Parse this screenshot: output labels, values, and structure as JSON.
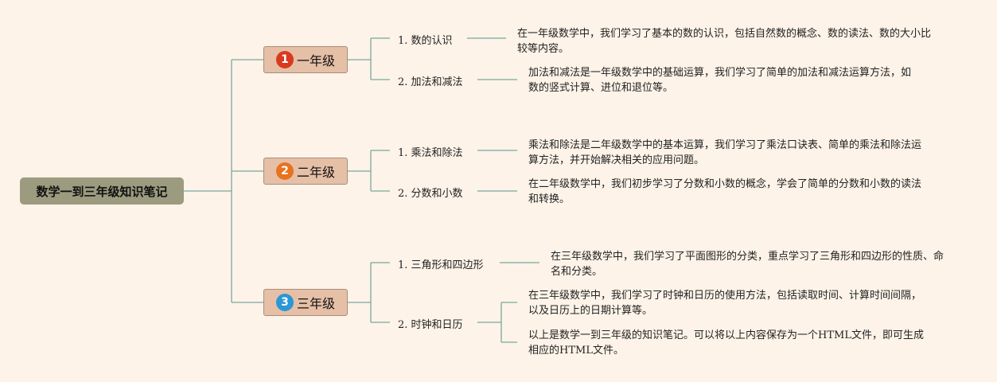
{
  "title": "数学一到三年级知识笔记",
  "colors": {
    "background": "#fdf3e8",
    "root": "#9c9b7f",
    "grade_box": "#e6bfa7",
    "connector": "#7aa99a",
    "badge_red": "#d93a1e",
    "badge_orange": "#e8731f",
    "badge_blue": "#2a97d6"
  },
  "grades": [
    {
      "badge": "1",
      "label": "一年级",
      "badge_color": "#d93a1e",
      "topics": [
        {
          "label": "1. 数的认识",
          "notes": [
            "在一年级数学中，我们学习了基本的数的认识，包括自然数的概念、数的读法、数的大小比较等内容。"
          ]
        },
        {
          "label": "2. 加法和减法",
          "notes": [
            "加法和减法是一年级数学中的基础运算，我们学习了简单的加法和减法运算方法，如数的竖式计算、进位和退位等。"
          ]
        }
      ]
    },
    {
      "badge": "2",
      "label": "二年级",
      "badge_color": "#e8731f",
      "topics": [
        {
          "label": "1. 乘法和除法",
          "notes": [
            "乘法和除法是二年级数学中的基本运算，我们学习了乘法口诀表、简单的乘法和除法运算方法，并开始解决相关的应用问题。"
          ]
        },
        {
          "label": "2. 分数和小数",
          "notes": [
            "在二年级数学中，我们初步学习了分数和小数的概念，学会了简单的分数和小数的读法和转换。"
          ]
        }
      ]
    },
    {
      "badge": "3",
      "label": "三年级",
      "badge_color": "#2a97d6",
      "topics": [
        {
          "label": "1. 三角形和四边形",
          "notes": [
            "在三年级数学中，我们学习了平面图形的分类，重点学习了三角形和四边形的性质、命名和分类。"
          ]
        },
        {
          "label": "2. 时钟和日历",
          "notes": [
            "在三年级数学中，我们学习了时钟和日历的使用方法，包括读取时间、计算时间间隔，以及日历上的日期计算等。",
            "以上是数学一到三年级的知识笔记。可以将以上内容保存为一个HTML文件，即可生成相应的HTML文件。"
          ]
        }
      ]
    }
  ]
}
